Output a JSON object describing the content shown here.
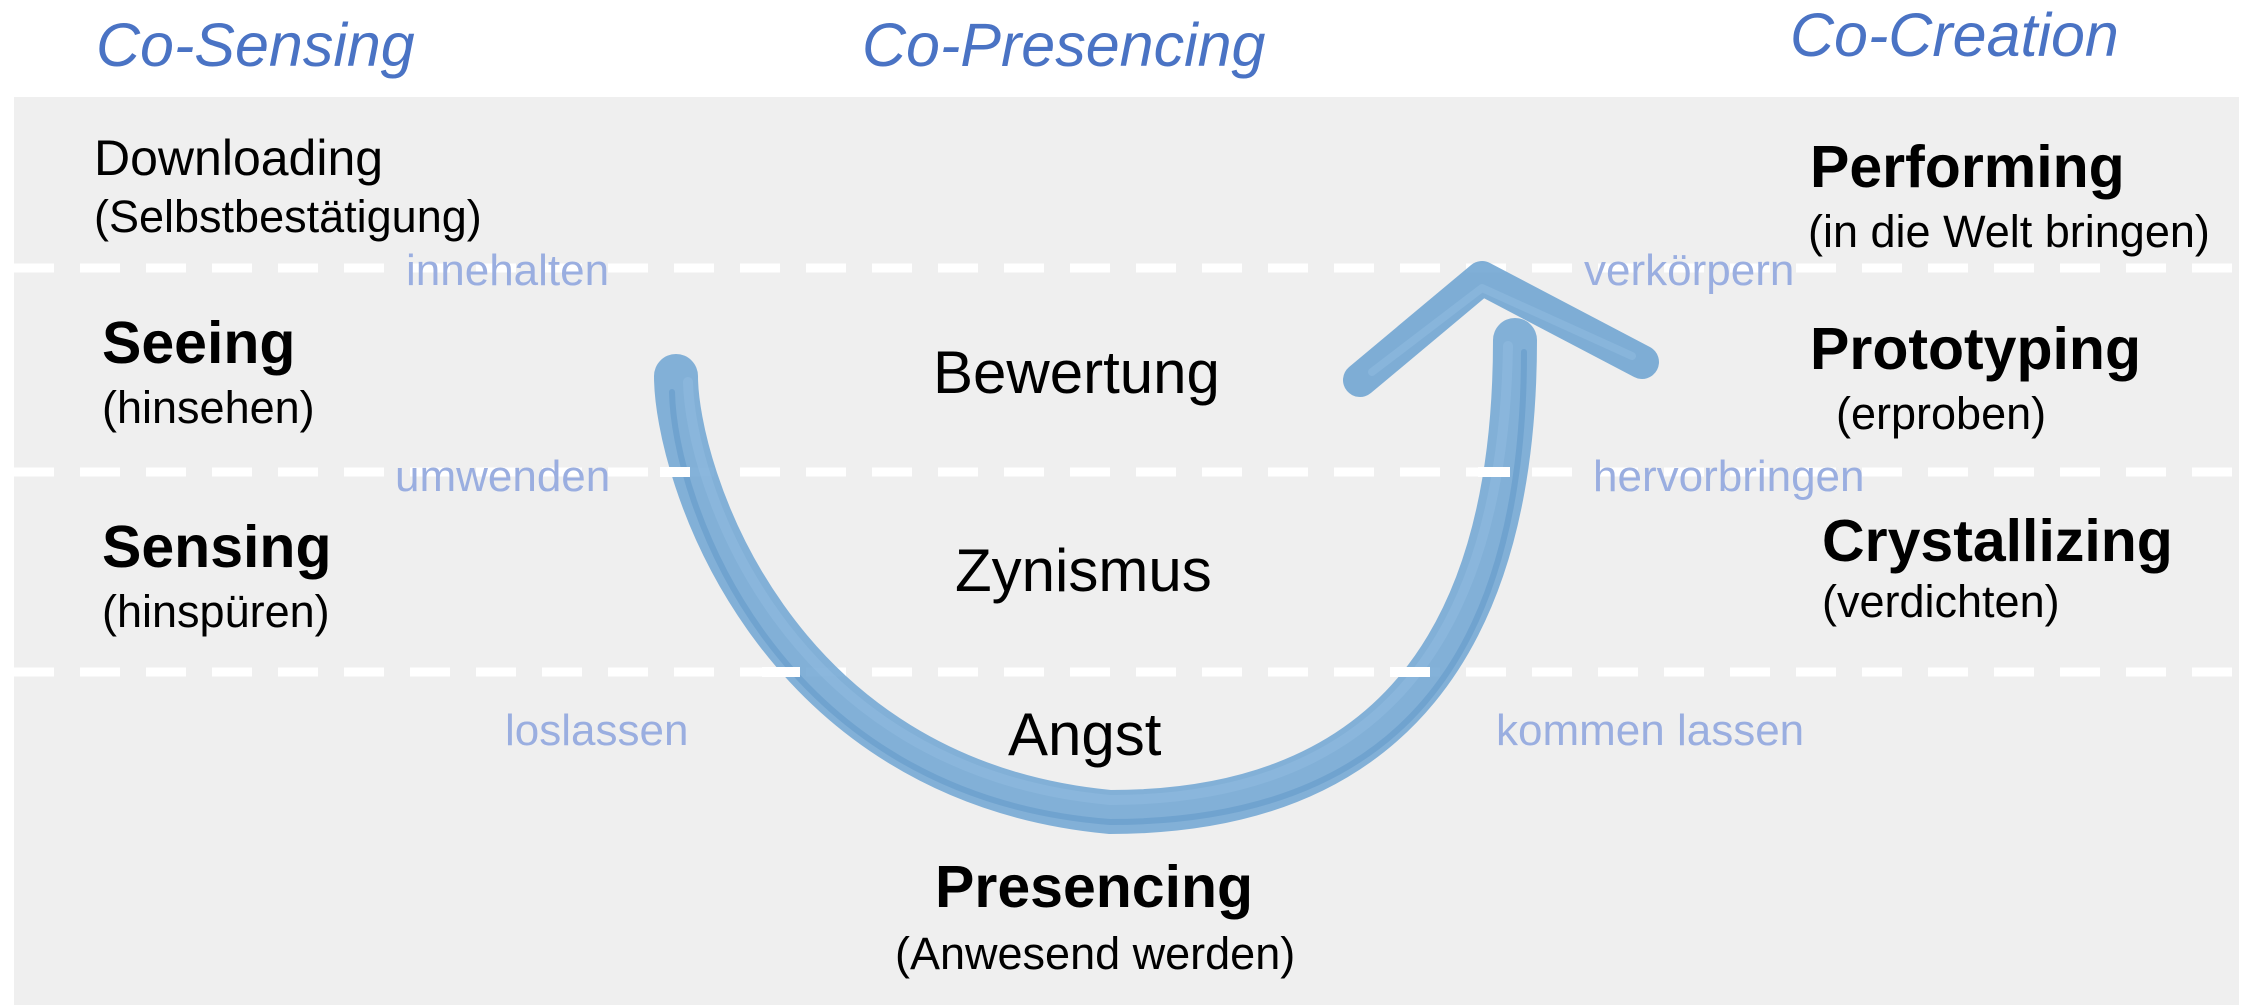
{
  "colors": {
    "phase_header": "#4a73c4",
    "transition_verb": "#9aaee0",
    "arc": "#6ea4d2",
    "panel_background": "#efefef",
    "dashed_divider": "#ffffff"
  },
  "phases": {
    "sensing": "Co-Sensing",
    "presencing": "Co-Presencing",
    "creation": "Co-Creation"
  },
  "left_levels": [
    {
      "title": "Downloading",
      "subtitle": "(Selbstbestätigung)"
    },
    {
      "title": "Seeing",
      "subtitle": "(hinsehen)"
    },
    {
      "title": "Sensing",
      "subtitle": "(hinspüren)"
    }
  ],
  "right_levels": [
    {
      "title": "Performing",
      "subtitle": "(in die Welt bringen)"
    },
    {
      "title": "Prototyping",
      "subtitle": "(erproben)"
    },
    {
      "title": "Crystallizing",
      "subtitle": "(verdichten)"
    }
  ],
  "bottom": {
    "title": "Presencing",
    "subtitle": "(Anwesend werden)"
  },
  "left_transitions": [
    "innehalten",
    "umwenden",
    "loslassen"
  ],
  "right_transitions": [
    "verkörpern",
    "hervorbringen",
    "kommen lassen"
  ],
  "barriers": [
    "Bewertung",
    "Zynismus",
    "Angst"
  ],
  "icons": {
    "arc": "u-shaped-arrow-icon",
    "arrowhead": "arrowhead-up-icon"
  }
}
